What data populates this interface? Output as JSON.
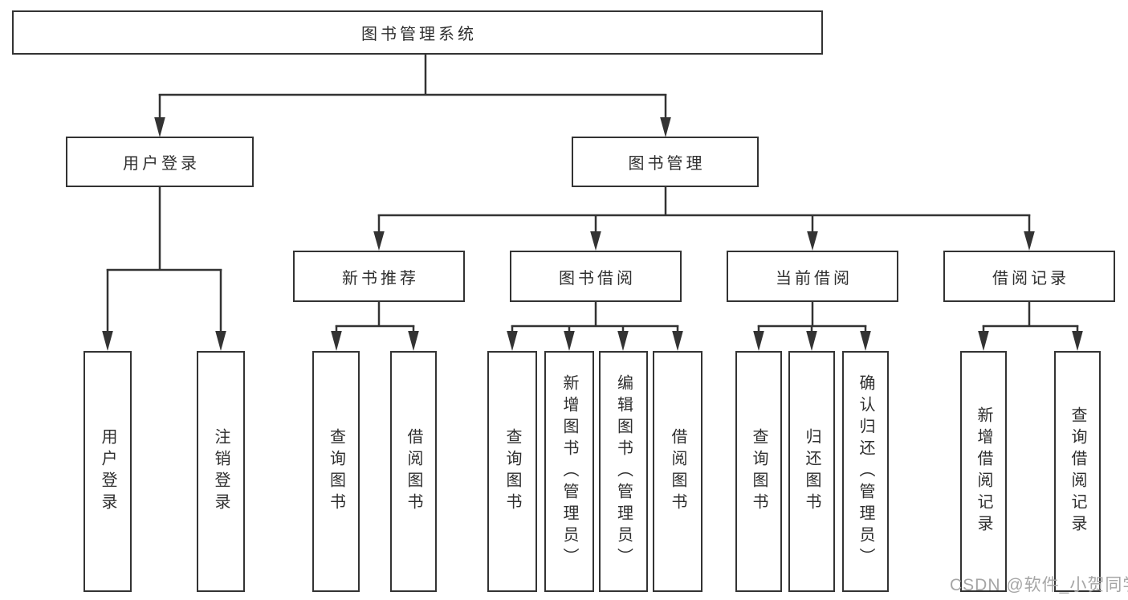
{
  "diagram": {
    "root": {
      "label": "图书管理系统"
    },
    "level2": [
      {
        "label": "用户登录"
      },
      {
        "label": "图书管理"
      }
    ],
    "level3": [
      {
        "label": "新书推荐",
        "parent": "图书管理"
      },
      {
        "label": "图书借阅",
        "parent": "图书管理"
      },
      {
        "label": "当前借阅",
        "parent": "图书管理"
      },
      {
        "label": "借阅记录",
        "parent": "图书管理"
      }
    ],
    "leaves": [
      {
        "label": "用户登录",
        "parent": "用户登录"
      },
      {
        "label": "注销登录",
        "parent": "用户登录"
      },
      {
        "label": "查询图书",
        "parent": "新书推荐"
      },
      {
        "label": "借阅图书",
        "parent": "新书推荐"
      },
      {
        "label": "查询图书",
        "parent": "图书借阅"
      },
      {
        "label": "新增图书（管理员）",
        "parent": "图书借阅"
      },
      {
        "label": "编辑图书（管理员）",
        "parent": "图书借阅"
      },
      {
        "label": "借阅图书",
        "parent": "图书借阅"
      },
      {
        "label": "查询图书",
        "parent": "当前借阅"
      },
      {
        "label": "归还图书",
        "parent": "当前借阅"
      },
      {
        "label": "确认归还（管理员）",
        "parent": "当前借阅"
      },
      {
        "label": "新增借阅记录",
        "parent": "借阅记录"
      },
      {
        "label": "查询借阅记录",
        "parent": "借阅记录"
      }
    ]
  },
  "watermark": {
    "text": "CSDN @软件_小贺同学"
  },
  "colors": {
    "line": "#333333",
    "text": "#2f2f2f",
    "background": "#ffffff",
    "watermark": "#a6a6a6"
  }
}
